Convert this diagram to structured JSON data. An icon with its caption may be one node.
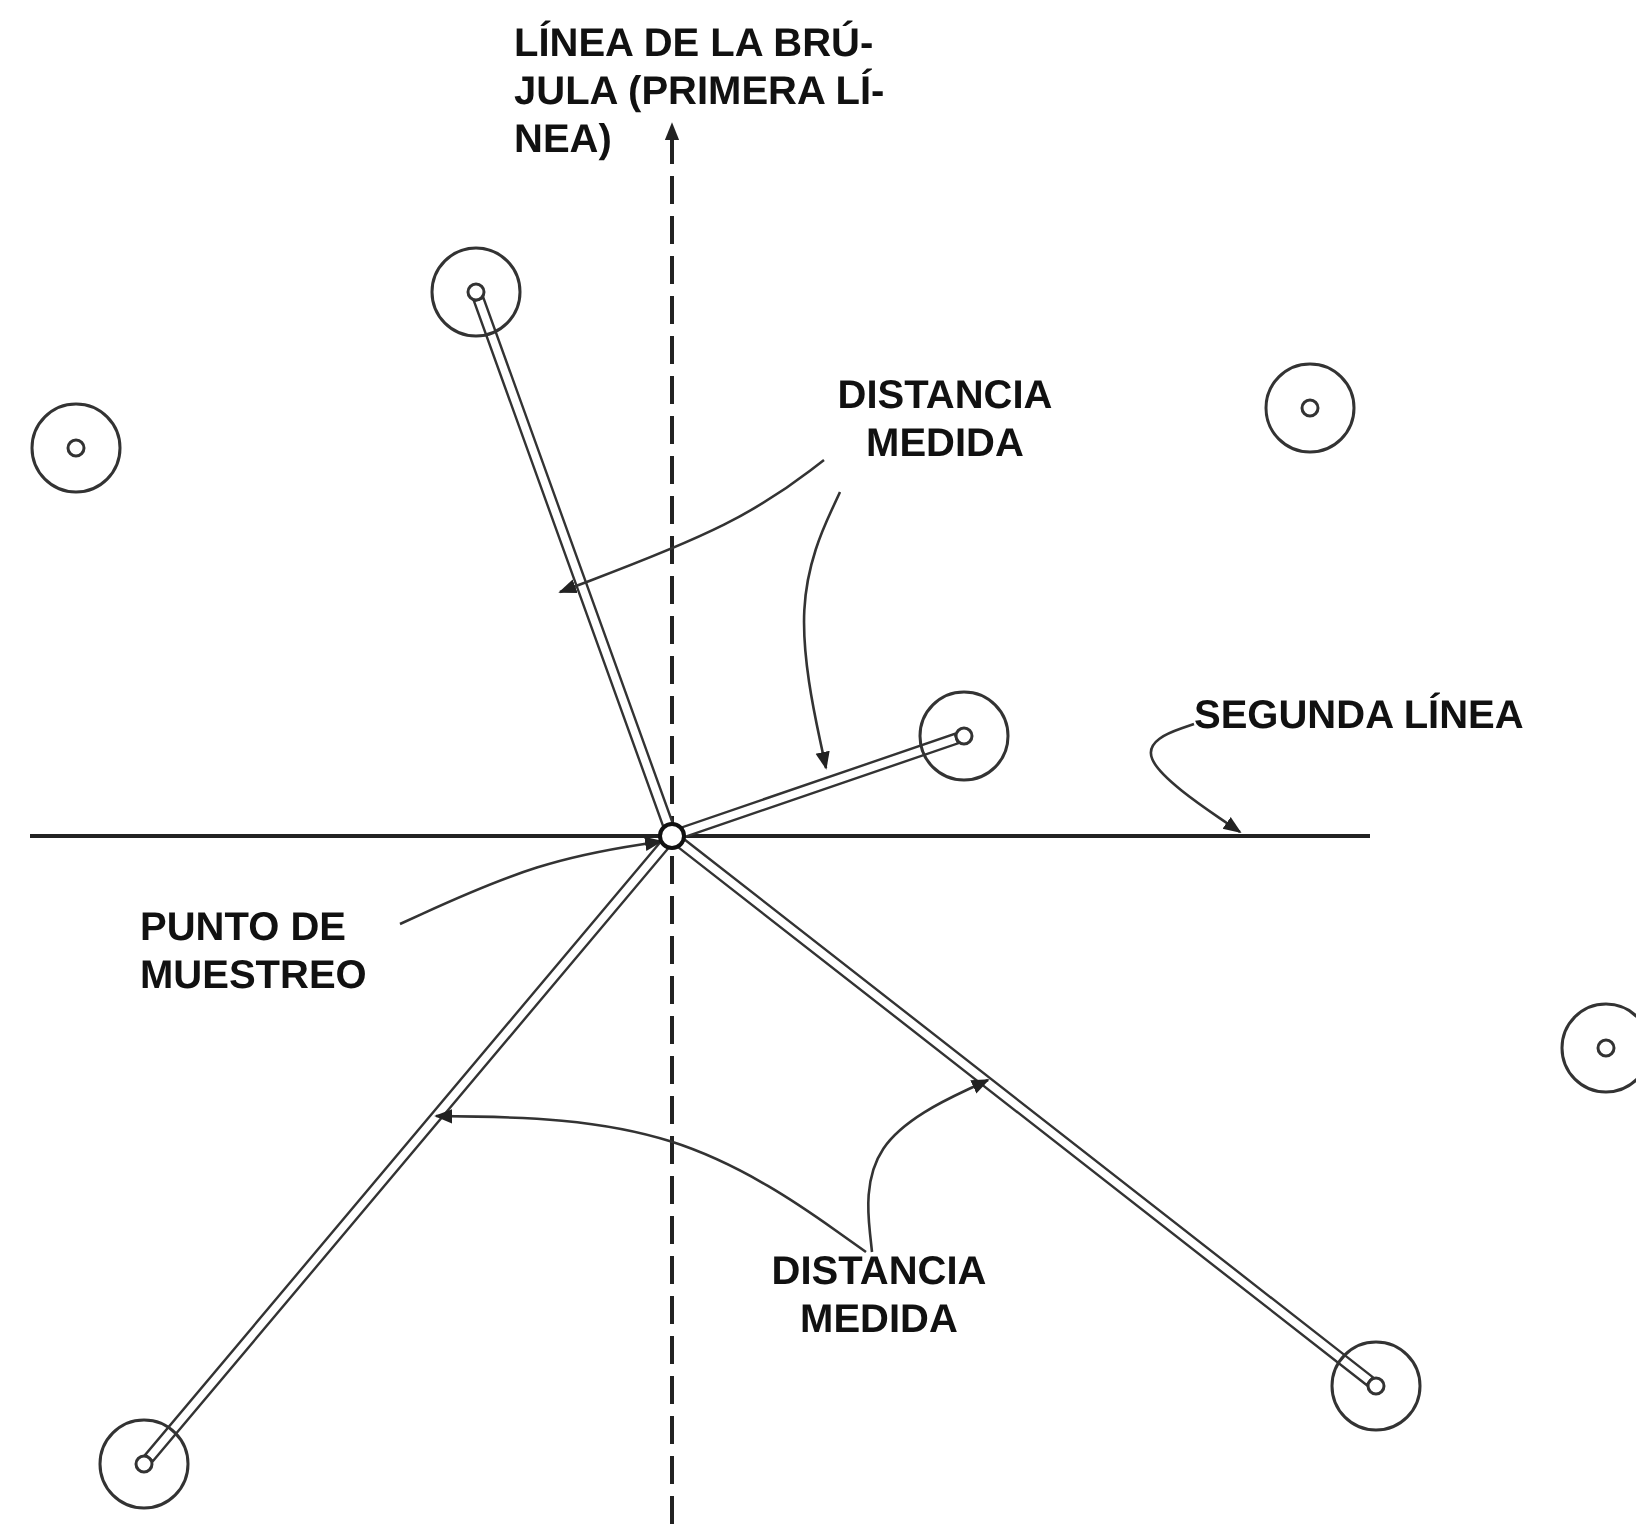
{
  "diagram": {
    "nodes": [
      {
        "text": [],
        "shape": "circle"
      },
      {
        "text": [
          "DISTANCIA MEDIDA"
        ]
      },
      {
        "text": [],
        "shape": "circle"
      },
      {
        "text": [],
        "shape": "circle"
      },
      {
        "text": [],
        "shape": "circle"
      },
      {
        "text": [
          "SEGUNDA LÍNEA"
        ]
      },
      {
        "text": [],
        "shape": "line"
      },
      {
        "text": [],
        "shape": "circle"
      },
      {
        "text": [
          "PUNTO DE MUESTREO"
        ]
      },
      {
        "text": [],
        "shape": "circle"
      },
      {
        "text": [],
        "shape": "circle"
      },
      {
        "text": [
          "DISTANCIA MEDIDA"
        ]
      },
      {
        "text": [],
        "shape": "circle"
      }
    ],
    "edges": [
      {
        "from": 7,
        "to": 0,
        "arrow": "none"
      },
      {
        "from": 7,
        "to": 4,
        "arrow": "none"
      },
      {
        "from": 7,
        "to": 10,
        "arrow": "none"
      },
      {
        "from": 7,
        "to": 12,
        "arrow": "none"
      },
      {
        "from": 1,
        "to": null,
        "arrow": "to"
      },
      {
        "from": 1,
        "to": null,
        "arrow": "to"
      },
      {
        "from": 5,
        "to": 6,
        "arrow": "to"
      },
      {
        "from": 8,
        "to": 7,
        "arrow": "to"
      },
      {
        "from": 11,
        "to": null,
        "arrow": "to"
      },
      {
        "from": 11,
        "to": null,
        "arrow": "to"
      }
    ],
    "labels": [
      "LÍNEA DE LA BRÚ- JULA (PRIMERA LÍ- NEA)"
    ]
  }
}
